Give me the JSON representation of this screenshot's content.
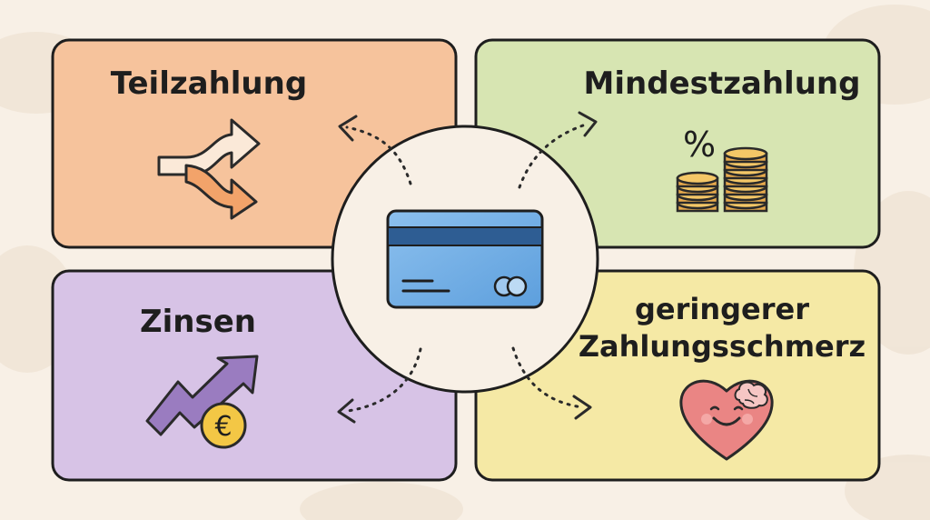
{
  "quadrants": {
    "top_left": {
      "label": "Teilzahlung",
      "color": "#f6c39c",
      "icon": "split-arrows-icon"
    },
    "top_right": {
      "label": "Mindestzahlung",
      "color": "#d7e5b2",
      "icon": "percent-coins-icon"
    },
    "bottom_left": {
      "label": "Zinsen",
      "color": "#d7c3e6",
      "icon": "rising-arrow-euro-icon"
    },
    "bottom_right": {
      "label_line1": "geringerer",
      "label_line2": "Zahlungsschmerz",
      "color": "#f5e9a5",
      "icon": "smiling-heart-brain-icon"
    }
  },
  "center": {
    "icon": "credit-card-icon",
    "card_color": "#72aee6"
  },
  "euro_symbol": "€",
  "percent_symbol": "%"
}
